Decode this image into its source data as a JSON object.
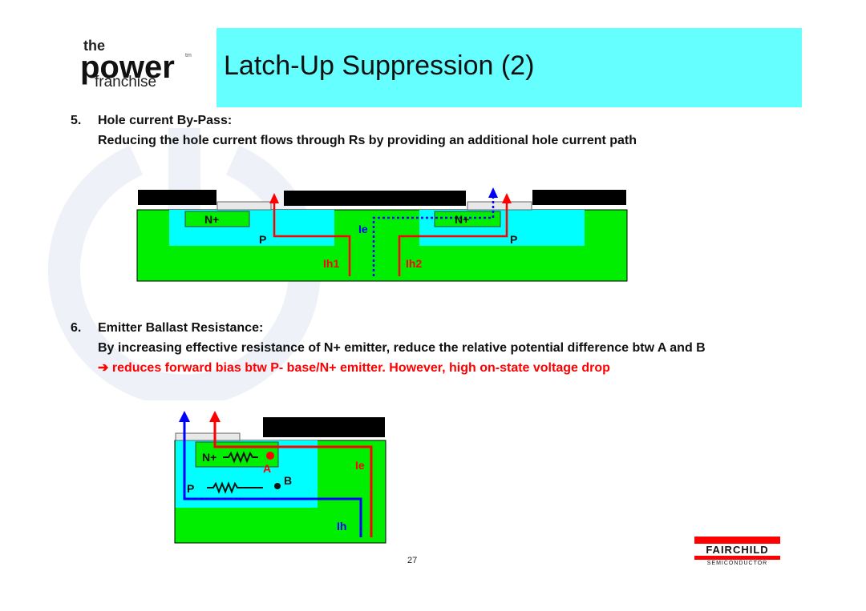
{
  "logo": {
    "the": "the",
    "power": "power",
    "franchise": "franchise",
    "tm": "tm"
  },
  "title": "Latch-Up Suppression (2)",
  "section5": {
    "number": "5.",
    "heading": "Hole current By-Pass:",
    "desc": "Reducing the hole current flows through Rs by providing an additional hole current path"
  },
  "diagram1": {
    "n_left": "N+",
    "n_right": "N+",
    "p_left": "P",
    "p_right": "P",
    "ie": "Ie",
    "ih1": "Ih1",
    "ih2": "Ih2"
  },
  "section6": {
    "number": "6.",
    "heading": "Emitter Ballast Resistance:",
    "desc": "By increasing effective resistance of N+ emitter, reduce the relative potential difference btw A and B",
    "arrow_note": "➔ reduces forward bias btw P- base/N+ emitter. However, high on-state voltage drop"
  },
  "diagram2": {
    "n": "N+",
    "p": "P",
    "a": "A",
    "b": "B",
    "ie": "Ie",
    "ih": "Ih"
  },
  "page_number": "27",
  "footer_logo": {
    "name": "FAIRCHILD",
    "sub": "SEMICONDUCTOR"
  },
  "colors": {
    "title_bar": "#66ffff",
    "p_region": "#00ffff",
    "n_region": "#00ee00",
    "electron_path": "#0000ff",
    "hole_path": "#ff0000"
  }
}
